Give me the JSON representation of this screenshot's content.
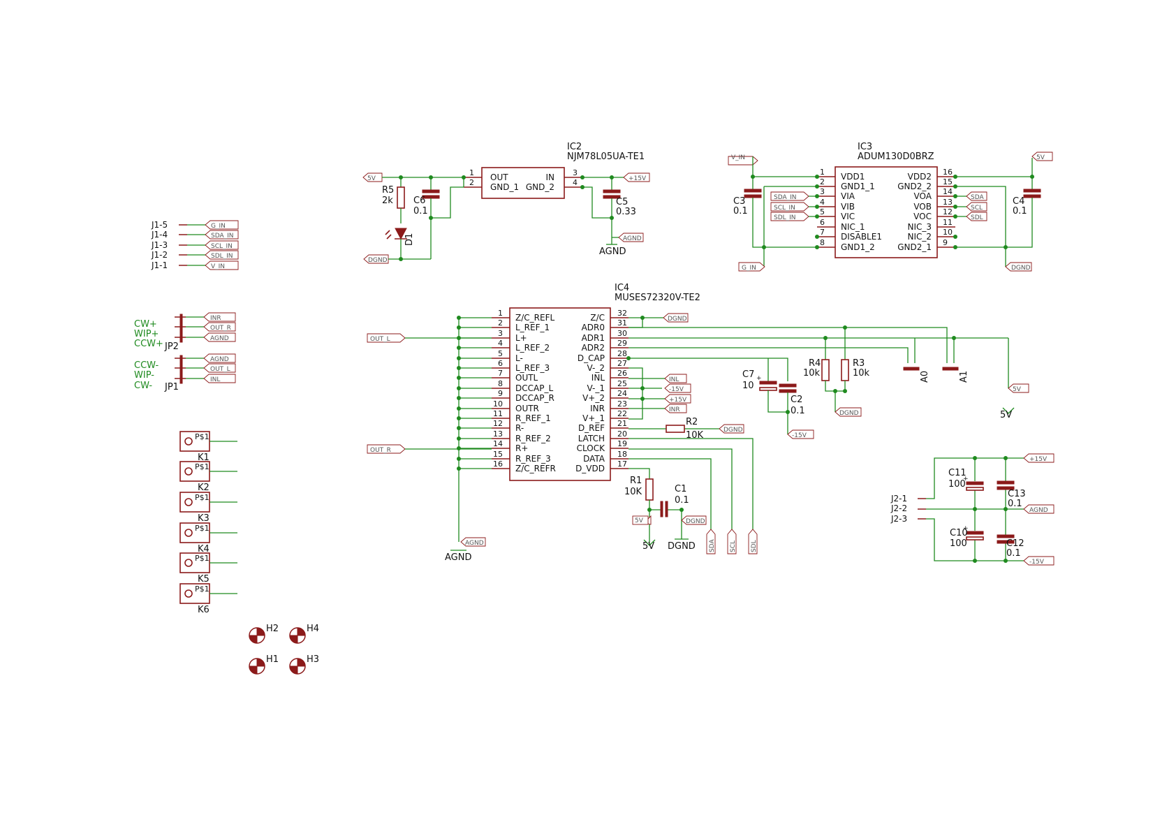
{
  "ic2": {
    "name": "IC2",
    "part": "NJM78L05UA-TE1",
    "pins_left": [
      "OUT",
      "GND_1"
    ],
    "pins_right": [
      "IN",
      "GND_2"
    ],
    "num_left": [
      "1",
      "2"
    ],
    "num_right": [
      "3",
      "4"
    ]
  },
  "ic3": {
    "name": "IC3",
    "part": "ADUM130D0BRZ",
    "left": [
      "VDD1",
      "GND1_1",
      "VIA",
      "VIB",
      "VIC",
      "NIC_1",
      "DISABLE1",
      "GND1_2"
    ],
    "left_num": [
      "1",
      "2",
      "3",
      "4",
      "5",
      "6",
      "7",
      "8"
    ],
    "right": [
      "VDD2",
      "GND2_2",
      "VOA",
      "VOB",
      "VOC",
      "NIC_3",
      "NIC_2",
      "GND2_1"
    ],
    "right_num": [
      "16",
      "15",
      "14",
      "13",
      "12",
      "11",
      "10",
      "9"
    ]
  },
  "ic4": {
    "name": "IC4",
    "part": "MUSES72320V-TE2",
    "left": [
      "Z/C_REFL",
      "L_REF_1",
      "L+",
      "L_REF_2",
      "L-",
      "L_REF_3",
      "OUTL",
      "DCCAP_L",
      "DCCAP_R",
      "OUTR",
      "R_REF_1",
      "R-",
      "R_REF_2",
      "R+",
      "R_REF_3",
      "Z/C_REFR"
    ],
    "left_num": [
      "1",
      "2",
      "3",
      "4",
      "5",
      "6",
      "7",
      "8",
      "9",
      "10",
      "11",
      "12",
      "13",
      "14",
      "15",
      "16"
    ],
    "right": [
      "Z/C",
      "ADR0",
      "ADR1",
      "ADR2",
      "D_CAP",
      "V-_2",
      "INL",
      "V-_1",
      "V+_2",
      "INR",
      "V+_1",
      "D_REF",
      "LATCH",
      "CLOCK",
      "DATA",
      "D_VDD"
    ],
    "right_num": [
      "32",
      "31",
      "30",
      "29",
      "28",
      "27",
      "26",
      "25",
      "24",
      "23",
      "22",
      "21",
      "20",
      "19",
      "18",
      "17"
    ]
  },
  "parts": {
    "r5": {
      "name": "R5",
      "value": "2k"
    },
    "c6": {
      "name": "C6",
      "value": "0.1"
    },
    "c5": {
      "name": "C5",
      "value": "0.33"
    },
    "d1": {
      "name": "D1"
    },
    "c3": {
      "name": "C3",
      "value": "0.1"
    },
    "c4": {
      "name": "C4",
      "value": "0.1"
    },
    "c7": {
      "name": "C7",
      "value": "10"
    },
    "c2": {
      "name": "C2",
      "value": "0.1"
    },
    "r4": {
      "name": "R4",
      "value": "10k"
    },
    "r3": {
      "name": "R3",
      "value": "10k"
    },
    "r2": {
      "name": "R2",
      "value": "10K"
    },
    "r1": {
      "name": "R1",
      "value": "10K"
    },
    "c1": {
      "name": "C1",
      "value": "0.1"
    },
    "a0": {
      "name": "A0"
    },
    "a1": {
      "name": "A1"
    },
    "c11": {
      "name": "C11",
      "value": "100"
    },
    "c13": {
      "name": "C13",
      "value": "0.1"
    },
    "c10": {
      "name": "C10",
      "value": "100"
    },
    "c12": {
      "name": "C12",
      "value": "0.1"
    },
    "jp2": {
      "name": "JP2"
    },
    "jp1": {
      "name": "JP1"
    }
  },
  "nets": {
    "v5": "5V",
    "p15": "+15V",
    "m15": "-15V",
    "agnd": "AGND",
    "dgnd": "DGND",
    "g_in": "G_IN",
    "sda_in": "SDA_IN",
    "scl_in": "SCL_IN",
    "sdl_in": "SDL_IN",
    "v_in": "V_IN",
    "sda": "SDA",
    "scl": "SCL",
    "sdl": "SDL",
    "inl": "INL",
    "inr": "INR",
    "out_l": "OUT_L",
    "out_r": "OUT_R"
  },
  "j1": [
    "J1-5",
    "J1-4",
    "J1-3",
    "J1-2",
    "J1-1"
  ],
  "j1_nets": [
    "G_IN",
    "SDA_IN",
    "SCL_IN",
    "SDL_IN",
    "V_IN"
  ],
  "j2": [
    "J2-1",
    "J2-2",
    "J2-3"
  ],
  "jp2_labels": [
    "CW+",
    "WIP+",
    "CCW+"
  ],
  "jp2_nets": [
    "INR",
    "OUT_R",
    "AGND"
  ],
  "jp1_labels": [
    "CCW-",
    "WIP-",
    "CW-"
  ],
  "jp1_nets": [
    "AGND",
    "OUT_L",
    "INL"
  ],
  "k": [
    "K1",
    "K2",
    "K3",
    "K4",
    "K5",
    "K6"
  ],
  "k_pin": "P$1",
  "holes": [
    "H2",
    "H4",
    "H1",
    "H3"
  ]
}
